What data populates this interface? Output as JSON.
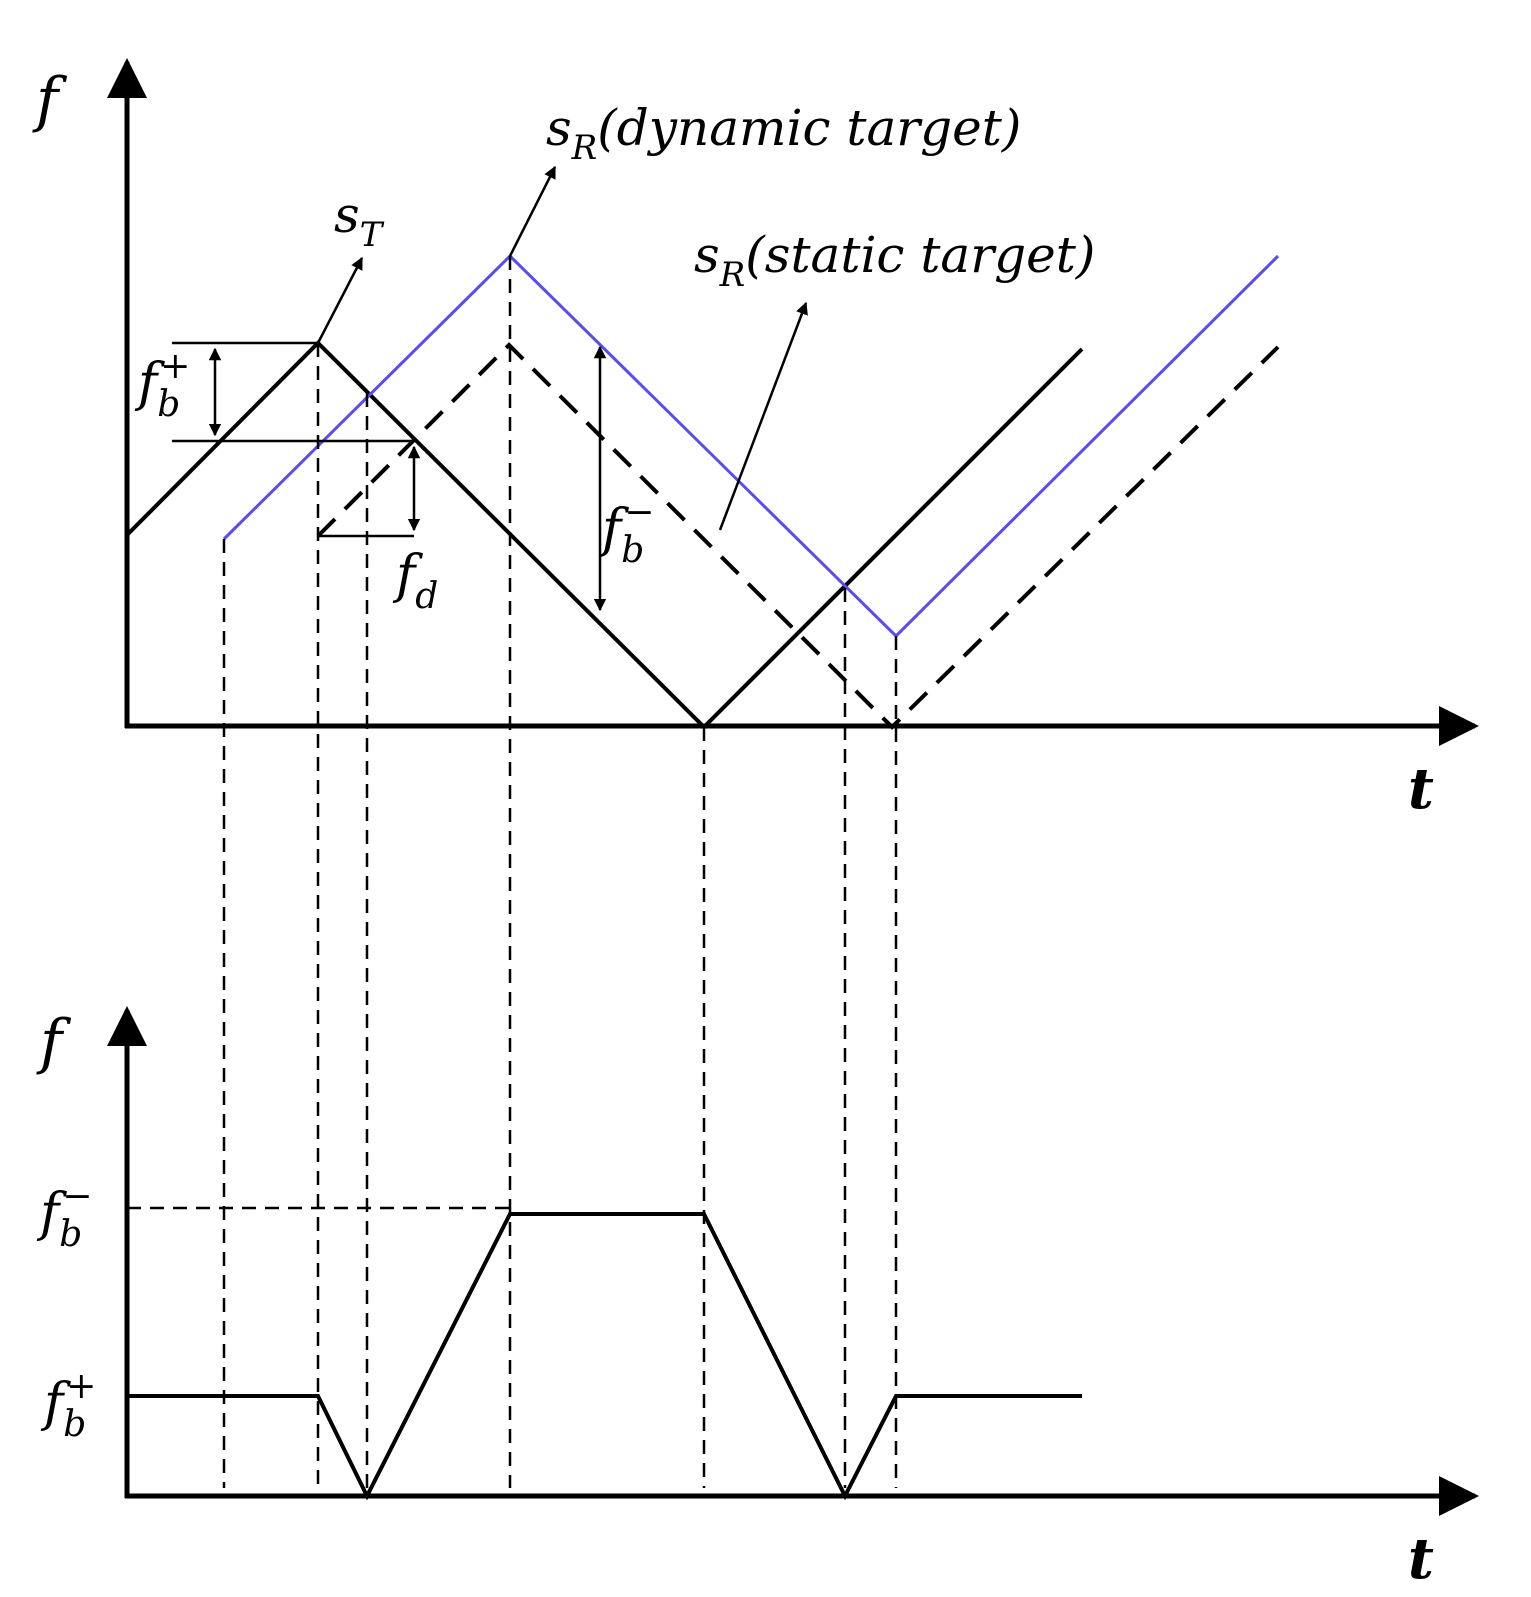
{
  "colors": {
    "ink": "#000000",
    "dynamic_echo": "#5a4cf0",
    "background": "#ffffff"
  },
  "top_panel": {
    "y_axis_label": "f",
    "x_axis_label": "t",
    "labels": {
      "transmit_main": "s",
      "transmit_sub": "T",
      "dynamic_main": "s",
      "dynamic_sub": "R",
      "dynamic_text": "(dynamic target)",
      "static_main": "s",
      "static_sub": "R",
      "static_text": "(static target)",
      "fb_plus_main": "f",
      "fb_plus_sub": "b",
      "fb_plus_sup": "+",
      "fb_minus_main": "f",
      "fb_minus_sub": "b",
      "fb_minus_sup": "−",
      "fd_main": "f",
      "fd_sub": "d"
    }
  },
  "bottom_panel": {
    "y_axis_label": "f",
    "x_axis_label": "t",
    "tick_labels": {
      "fb_minus_main": "f",
      "fb_minus_sub": "b",
      "fb_minus_sup": "−",
      "fb_plus_main": "f",
      "fb_plus_sub": "b",
      "fb_plus_sup": "+"
    }
  }
}
